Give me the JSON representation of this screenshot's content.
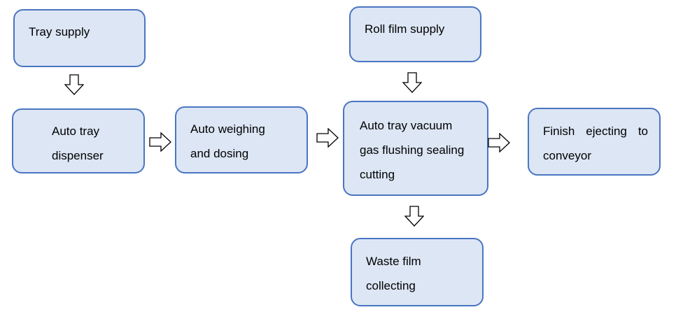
{
  "colors": {
    "box_fill": "#dce6f4",
    "box_border": "#4a76c2",
    "arrow_fill": "#ffffff",
    "arrow_stroke": "#000000",
    "text": "#000000"
  },
  "nodes": {
    "tray_supply": {
      "lines": [
        "Tray supply"
      ]
    },
    "roll_film_supply": {
      "lines": [
        "Roll film supply"
      ]
    },
    "auto_tray_dispenser": {
      "lines": [
        "Auto tray",
        "dispenser"
      ]
    },
    "auto_weighing": {
      "lines": [
        "Auto weighing",
        "and dosing"
      ]
    },
    "sealing": {
      "lines": [
        "Auto tray vacuum",
        "gas flushing sealing",
        "cutting"
      ]
    },
    "finish": {
      "lines": [
        "Finish  ejecting  to",
        "conveyor"
      ]
    },
    "waste_film": {
      "lines": [
        "Waste film",
        "collecting"
      ]
    }
  },
  "edges": [
    {
      "from": "tray_supply",
      "to": "auto_tray_dispenser",
      "arrow_icon": "down-arrow-icon"
    },
    {
      "from": "auto_tray_dispenser",
      "to": "auto_weighing",
      "arrow_icon": "right-arrow-icon"
    },
    {
      "from": "auto_weighing",
      "to": "sealing",
      "arrow_icon": "right-arrow-icon"
    },
    {
      "from": "roll_film_supply",
      "to": "sealing",
      "arrow_icon": "down-arrow-icon"
    },
    {
      "from": "sealing",
      "to": "finish",
      "arrow_icon": "right-arrow-icon"
    },
    {
      "from": "sealing",
      "to": "waste_film",
      "arrow_icon": "down-arrow-icon"
    }
  ]
}
